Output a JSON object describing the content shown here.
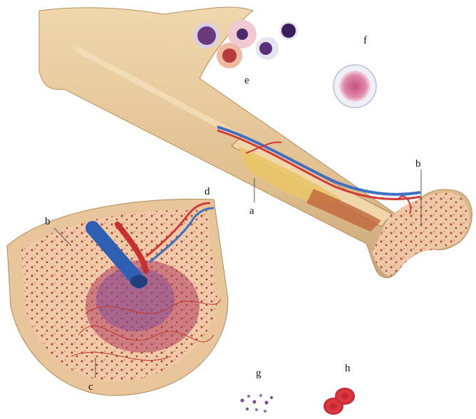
{
  "labels": {
    "a": "a",
    "b_right": "b",
    "b_left": "b",
    "c": "c",
    "d": "d",
    "e": "e",
    "f": "f",
    "g": "g",
    "h": "h"
  },
  "colors": {
    "bone": "#e7cba0",
    "bone_shadow": "#c9a677",
    "marrow_yellow": "#e9c569",
    "artery": "#d23a3a",
    "vein": "#3f6fc2",
    "spongy_dots": "#9b3a2c",
    "rbc": "#d9303a",
    "wbc_nucleus": "#4a2a6a"
  }
}
